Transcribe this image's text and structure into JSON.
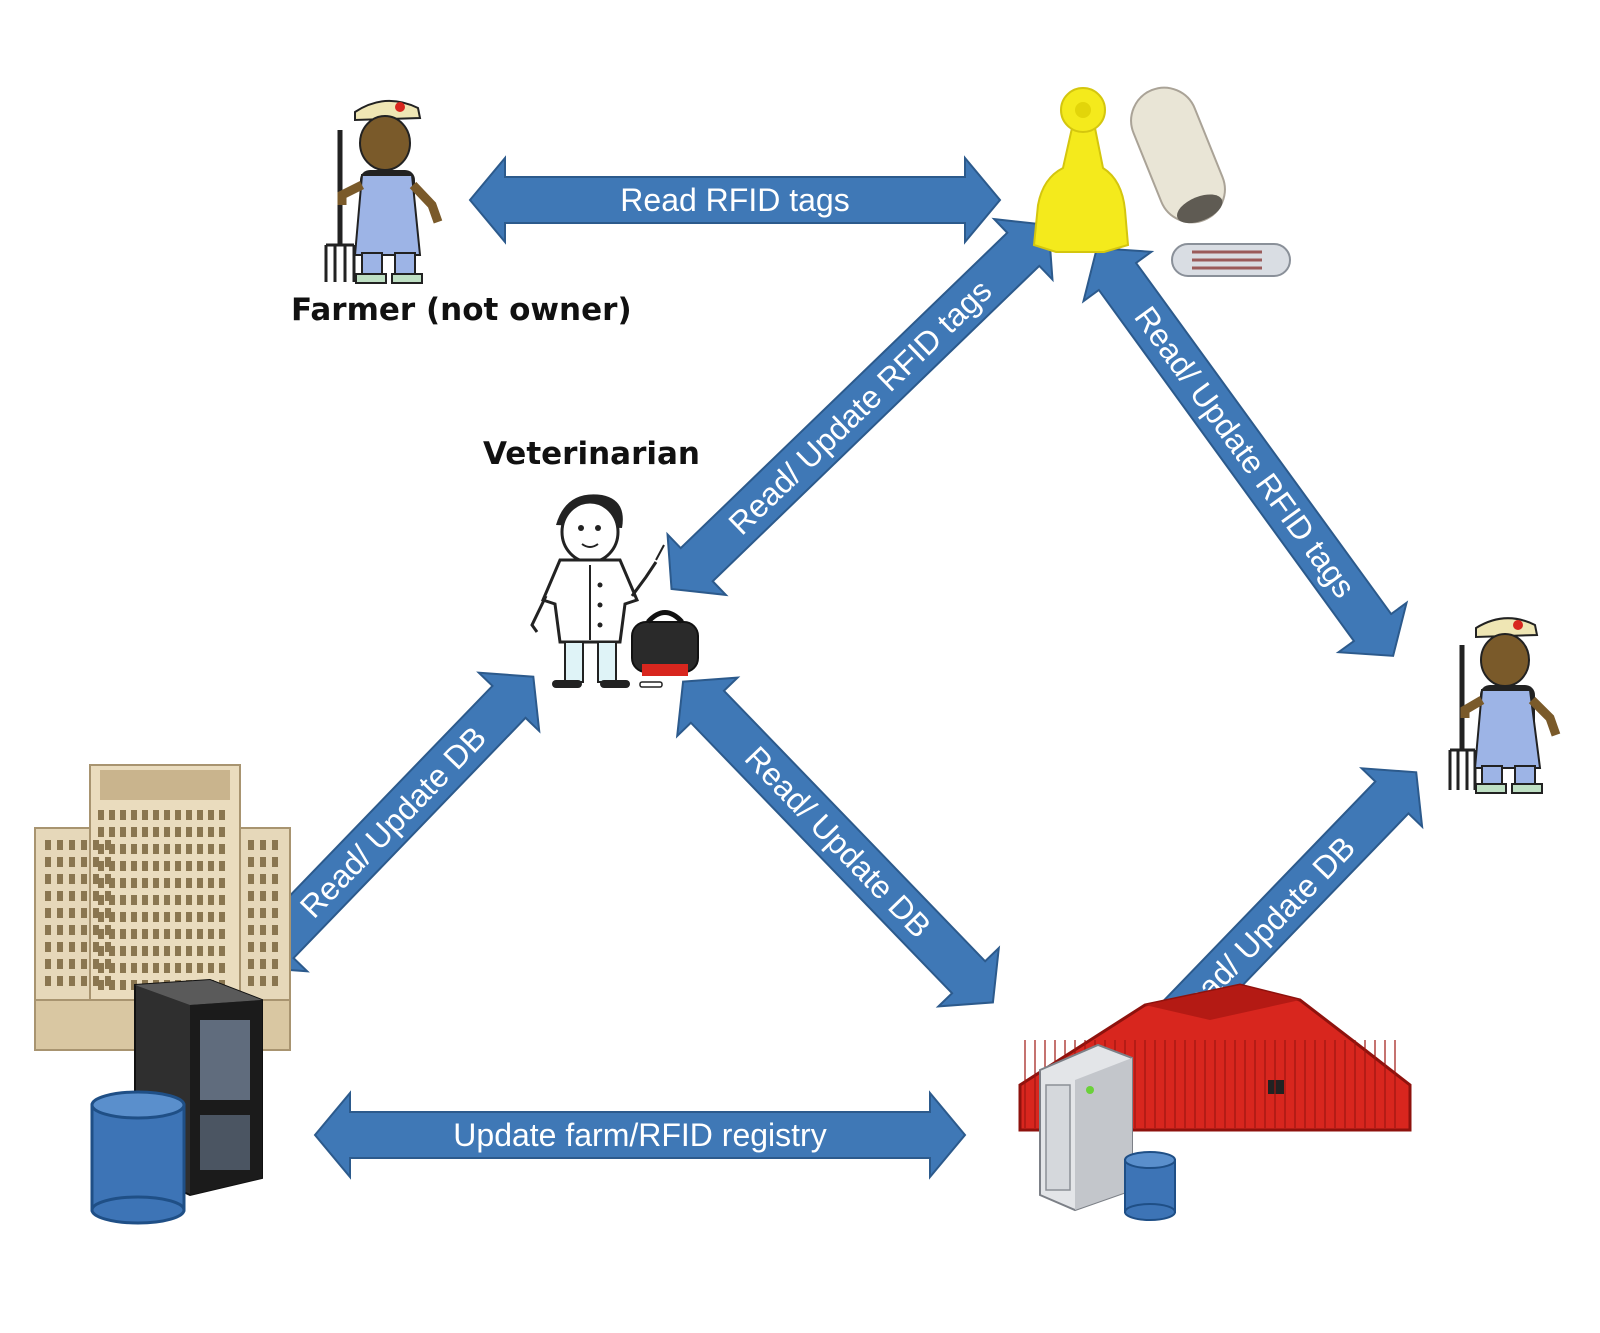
{
  "labels": {
    "farmer": "Farmer (not owner)",
    "veterinarian": "Veterinarian"
  },
  "arrows": {
    "top": "Read RFID tags",
    "vet_tags": "Read/ Update RFID tags",
    "owner_tags": "Read/ Update RFID tags",
    "vet_gov": "Read/ Update DB",
    "vet_farm": "Read/ Update DB",
    "owner_farm": "Read/ Update DB",
    "bottom": "Update farm/RFID registry"
  },
  "icons": [
    "farmer-icon",
    "rfid-tags-icon",
    "veterinarian-icon",
    "farm-owner-icon",
    "government-building-icon",
    "government-server-icon",
    "government-database-icon",
    "barn-icon",
    "farm-server-icon",
    "farm-database-icon"
  ],
  "colors": {
    "arrow_fill": "#3f78b6",
    "arrow_stroke": "#2c5a8c",
    "tag_yellow": "#f4ea1c",
    "barn_red": "#d8261e",
    "database_blue": "#3d74b6"
  }
}
